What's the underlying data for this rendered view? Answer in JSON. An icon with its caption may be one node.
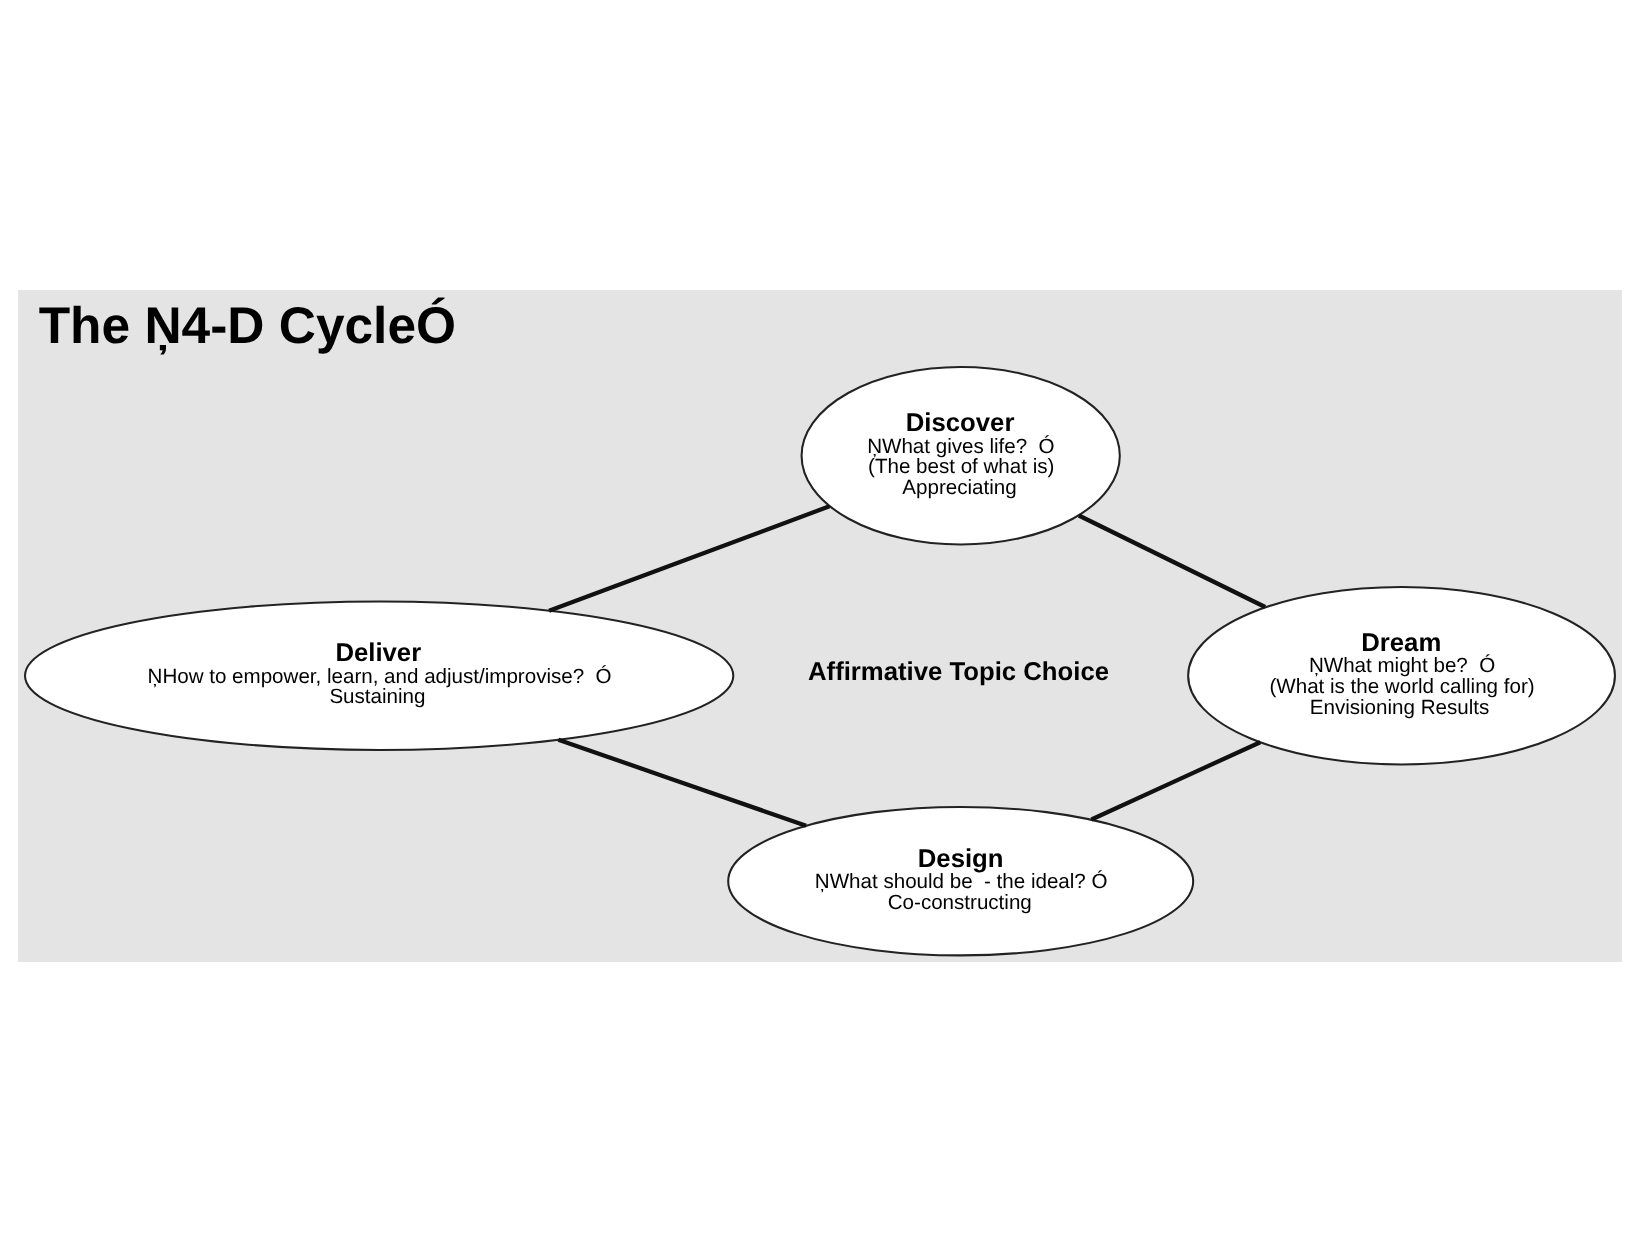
{
  "diagram": {
    "title": "The Ņ4-D CycleÓ",
    "nodes": [
      {
        "text": [
          "Discover",
          "ŅWhat gives life?  Ó",
          "(The best of what is)",
          "Appreciating"
        ]
      },
      {
        "text": [
          "Deliver",
          "ŅHow to empower, learn, and adjust/improvise?  Ó",
          "Sustaining"
        ]
      },
      {
        "text": [
          "Dream",
          "ŅWhat might be?  Ó",
          "(What is the world calling for)",
          "Envisioning Results"
        ]
      },
      {
        "text": [
          "Design",
          "ŅWhat should be  - the ideal? Ó",
          "Co-constructing"
        ]
      }
    ],
    "edges": [
      {
        "from": 0,
        "to": 2,
        "arrow": "none"
      },
      {
        "from": 2,
        "to": 3,
        "arrow": "none"
      },
      {
        "from": 3,
        "to": 1,
        "arrow": "none"
      },
      {
        "from": 1,
        "to": 0,
        "arrow": "none"
      }
    ],
    "labels": [
      "Affirmative Topic Choice"
    ]
  }
}
